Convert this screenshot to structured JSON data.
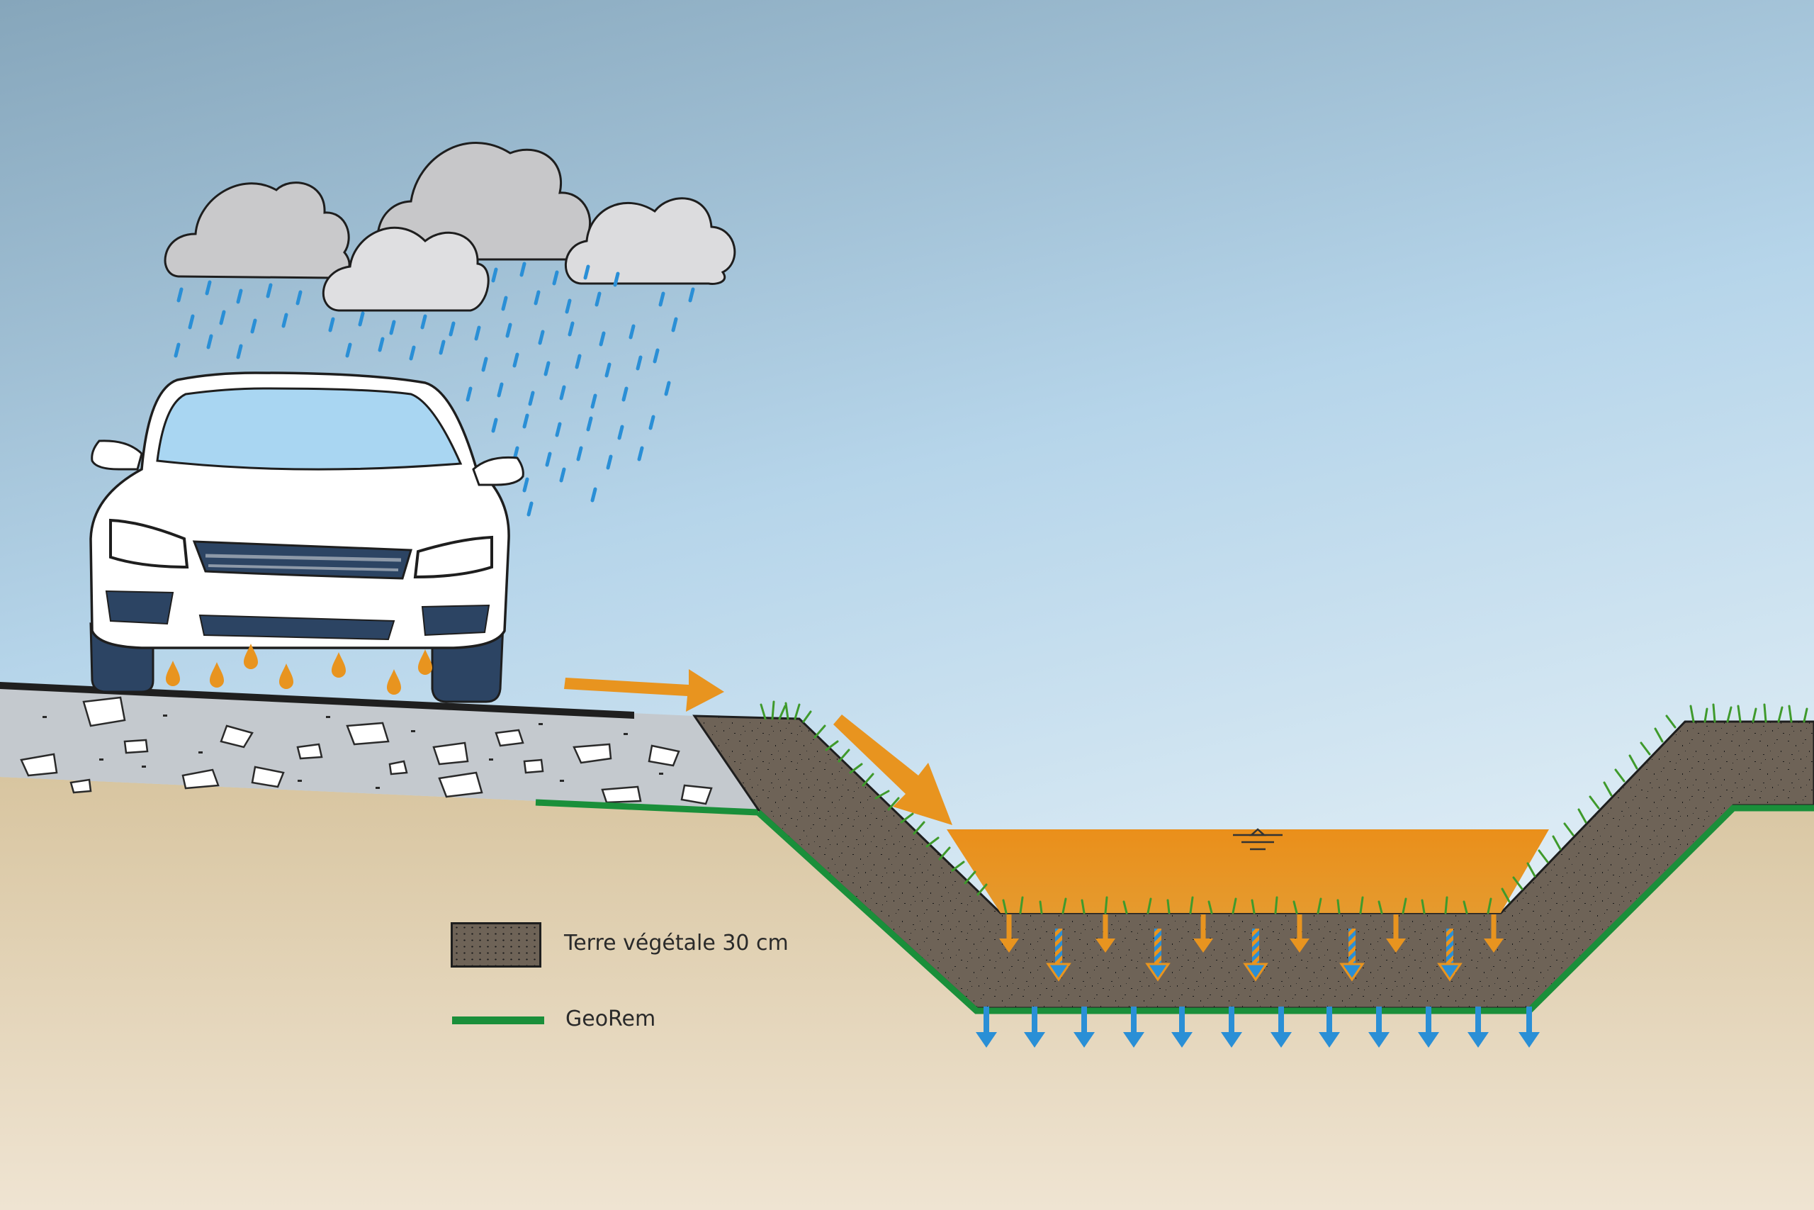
{
  "legend": {
    "items": [
      {
        "label": "Terre végétale 30 cm",
        "swatch": "soil-pattern",
        "color": "#6e6357"
      },
      {
        "label": "GeoRem",
        "swatch": "line",
        "color": "#1a8f3a"
      }
    ]
  },
  "colors": {
    "sky_top": "#86a6bb",
    "sky_bottom": "#dfeef7",
    "ground": "#d9c7a3",
    "ground_light": "#efe3cf",
    "gravel": "#c3c9cf",
    "soil": "#6e6357",
    "runoff": "#e8941f",
    "water_blue": "#2a8fd6",
    "geotextile": "#1a8f3a",
    "grass": "#3f9a2c",
    "cloud": "#c9c9cb",
    "car_body": "#ffffff",
    "car_dark": "#2c4463",
    "asphalt": "#1f1f1f"
  },
  "icons": [
    "cloud-icon",
    "rain-icon",
    "car-icon",
    "oil-drop-icon",
    "runoff-arrow-icon",
    "infiltration-arrow-icon",
    "water-level-icon",
    "grass-icon"
  ]
}
